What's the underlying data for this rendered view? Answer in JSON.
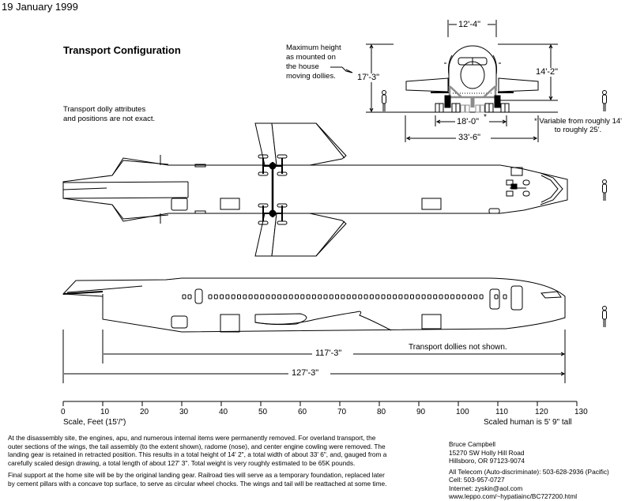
{
  "header": {
    "date": "19 January 1999",
    "title": "Transport Configuration",
    "dolly_note": [
      "Transport dolly attributes",
      "and positions are not exact."
    ]
  },
  "front_view": {
    "max_height_note": [
      "Maximum height",
      "as mounted on",
      "the house",
      "moving dollies."
    ],
    "dimensions": {
      "fuselage_width": "12'-4\"",
      "total_height": "17'-3\"",
      "aircraft_height": "14'-2\"",
      "dolly_spacing": "18'-0\"",
      "dolly_asterisk": "*",
      "total_width": "33'-6\""
    },
    "footnote": [
      "* Variable from roughly 14'",
      "to roughly 25'."
    ],
    "colors": {
      "dolly_frame": "#8c8c8c",
      "line": "#000000"
    }
  },
  "side_view": {
    "dims": {
      "fuselage_length": "117'-3\"",
      "total_length": "127'-3\""
    },
    "note": "Transport dollies not shown."
  },
  "scale_bar": {
    "ticks": [
      "0",
      "10",
      "20",
      "30",
      "40",
      "50",
      "60",
      "70",
      "80",
      "90",
      "100",
      "110",
      "120",
      "130"
    ],
    "unit_label": "Scale, Feet (15'/\")",
    "human_label": "Scaled human is 5' 9\" tall"
  },
  "description": {
    "paragraph1": [
      "At the disassembly site, the engines, apu, and numerous internal items were permanently removed.  For overland transport, the",
      "outer sections of the wings, the tail assembly (to the extent shown), radome (nose), and center engine cowling were removed.  The",
      "landing gear is retained in retracted position.  This results in a total height of 14' 2\", a total width of about 33' 6\", and, gauged from a",
      "carefully scaled design drawing, a total length of about 127' 3\".  Total weight is very roughly estimated to be 65K pounds."
    ],
    "paragraph2": [
      "Final support at the home site will be by the original landing gear.  Railroad ties will serve as a temporary foundation, replaced later",
      "by cement pillars with a concave top surface, to serve as circular wheel chocks.  The wings and tail will be reattached at some time."
    ]
  },
  "contact": {
    "name": "Bruce Campbell",
    "address1": "15270 SW Holly Hill Road",
    "address2": "Hillsboro, OR  97123-9074",
    "telecom": "All Telecom (Auto-discriminate): 503-628-2936 (Pacific)",
    "cell": "Cell:  503-957-0727",
    "internet": "Internet:  zyskin@aol.com",
    "url": "www.leppo.com/~hypatiainc/BC727200.html"
  }
}
